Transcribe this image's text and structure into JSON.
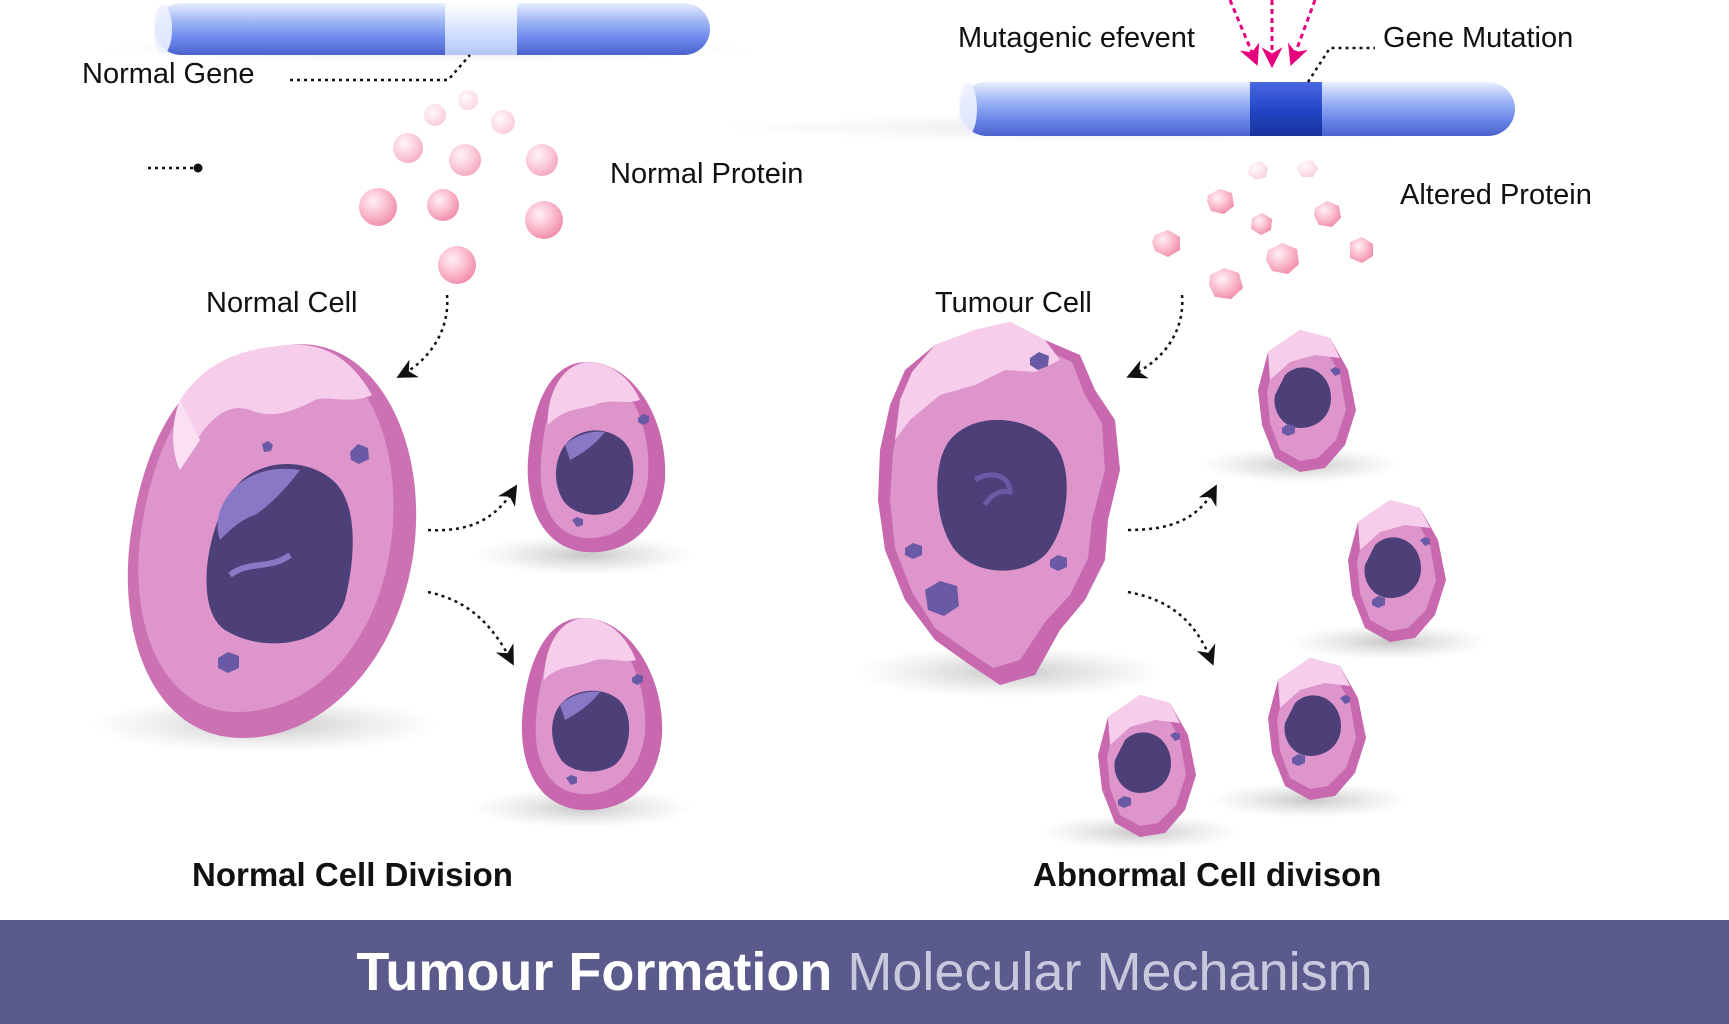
{
  "labels": {
    "normal_gene": "Normal Gene",
    "normal_protein": "Normal Protein",
    "normal_cell": "Normal Cell",
    "normal_division": "Normal Cell Division",
    "mutagenic_event": "Mutagenic efevent",
    "gene_mutation": "Gene Mutation",
    "altered_protein": "Altered Protein",
    "tumour_cell": "Tumour Cell",
    "abnormal_division": "Abnormal Cell divison"
  },
  "footer": {
    "title_bold": "Tumour Formation",
    "title_light": " Molecular Mechanism"
  },
  "colors": {
    "gene_blue": "#6e8ff0",
    "mutation_blue": "#2447c9",
    "protein_pink": "#f7a9bf",
    "cell_pink": "#d88fc4",
    "nucleus_purple": "#5a4a82",
    "mutagen_arrow": "#e6007e",
    "footer_bg": "#5a5a8c"
  }
}
